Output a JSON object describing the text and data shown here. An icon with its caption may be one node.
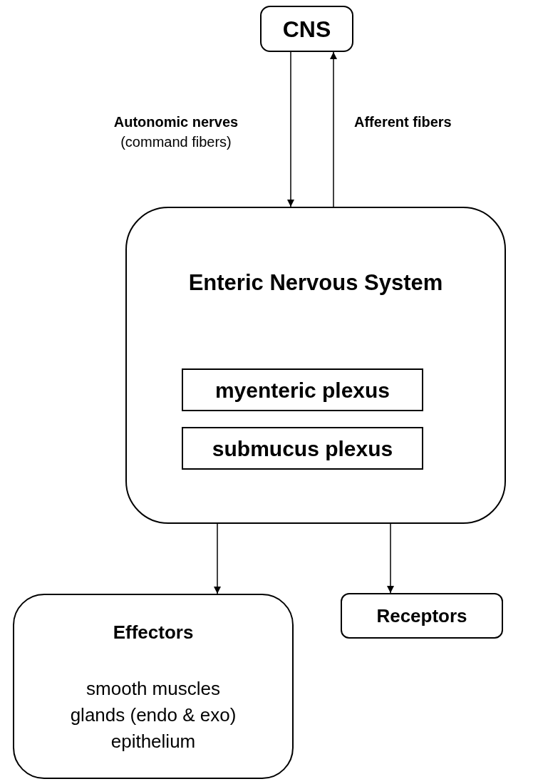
{
  "diagram": {
    "nodes": [
      {
        "text": [
          "CNS"
        ]
      },
      {
        "text": [
          "Enteric Nervous System"
        ]
      },
      {
        "text": [
          "myenteric plexus"
        ],
        "in": 1
      },
      {
        "text": [
          "submucus plexus"
        ],
        "in": 1
      },
      {
        "text": [
          "Effectors",
          "smooth muscles",
          "glands (endo & exo)",
          "epithelium"
        ]
      },
      {
        "text": [
          "Receptors"
        ]
      }
    ],
    "edges": [
      {
        "from": 0,
        "to": 1,
        "arrow": "to",
        "label": "**Autonomic nerves** (command fibers)"
      },
      {
        "from": 1,
        "to": 0,
        "arrow": "to",
        "label": "Afferent fibers"
      },
      {
        "from": 1,
        "to": 4,
        "arrow": "to"
      },
      {
        "from": 1,
        "to": 5,
        "arrow": "to"
      }
    ]
  }
}
